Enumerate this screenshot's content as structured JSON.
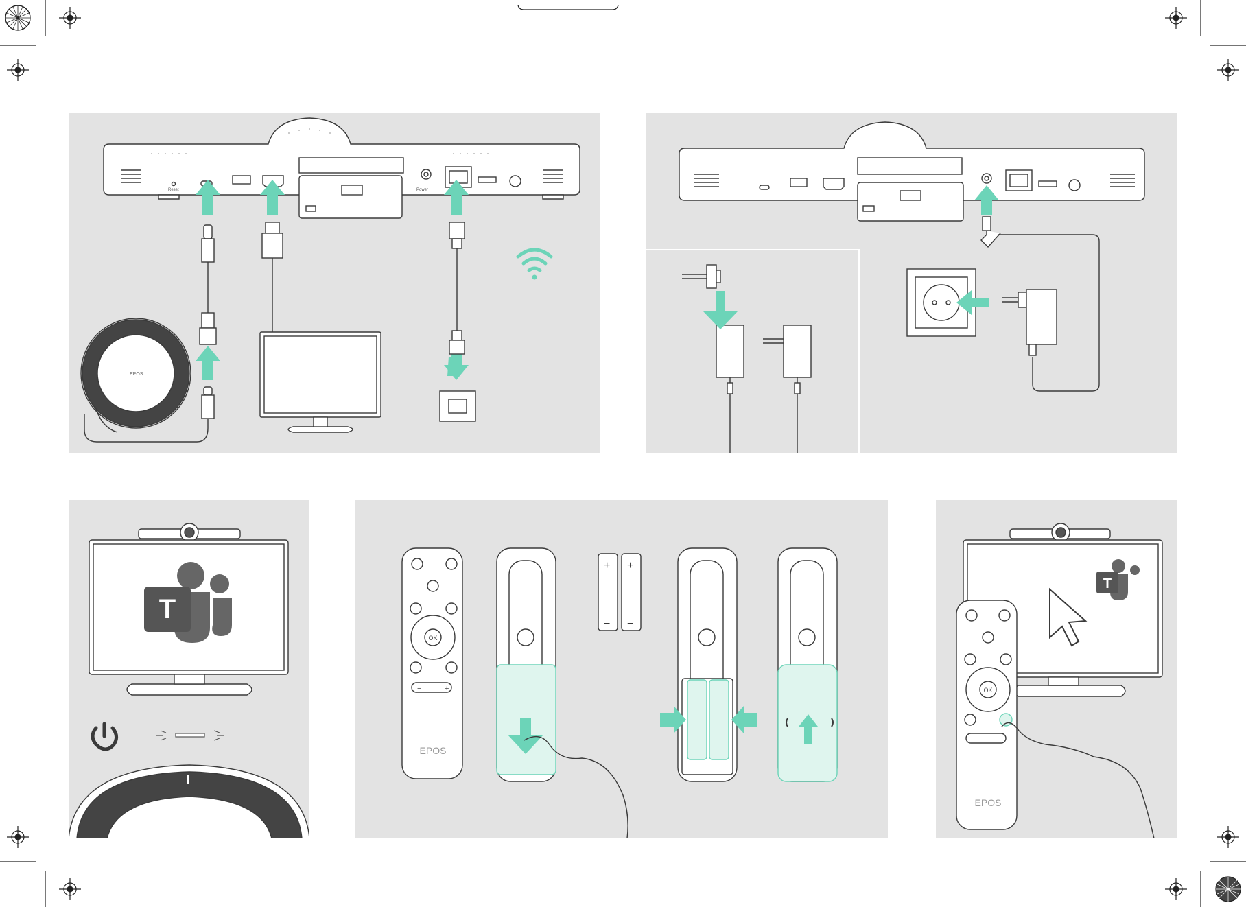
{
  "colors": {
    "accent": "#6cd4b8",
    "accent_light": "#dff5ee",
    "panel_bg": "#e3e3e3",
    "line": "#3a3a3a",
    "speaker_dark": "#444444"
  },
  "port_labels": {
    "reset": "Reset",
    "power": "Power"
  },
  "brand": {
    "speaker": "EPOS",
    "remote_logo": "EPOS"
  },
  "remote": {
    "ok_label": "OK",
    "minus": "−",
    "plus": "+"
  },
  "battery": {
    "plus": "+",
    "minus": "−"
  },
  "teams": {
    "letter": "T"
  },
  "icons": [
    "registration-mark-icon",
    "wifi-icon",
    "power-icon",
    "teams-icon",
    "arrow-icon",
    "ethernet-port-icon",
    "wall-socket-icon",
    "cursor-icon",
    "bluetooth-icon",
    "mute-icon",
    "call-icon",
    "hang-up-icon"
  ]
}
